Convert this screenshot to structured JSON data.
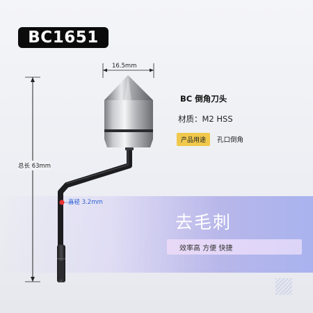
{
  "product_code": "BC1651",
  "dimensions": {
    "head_width": "16.5mm",
    "total_length": "总长 63mm",
    "diameter": "直径 3.2mm"
  },
  "product": {
    "title": "BC 倒角刀头",
    "material": "材质：M2  HSS",
    "usage_label": "产品用途",
    "usage_value": "孔口倒角"
  },
  "banner": {
    "headline": "去毛刺",
    "features": "效率高  方便  快捷"
  },
  "colors": {
    "badge": "#0b0b0c",
    "tag": "#f0c94c",
    "accent_blue": "#2b5fd1",
    "marker": "#e63333"
  }
}
